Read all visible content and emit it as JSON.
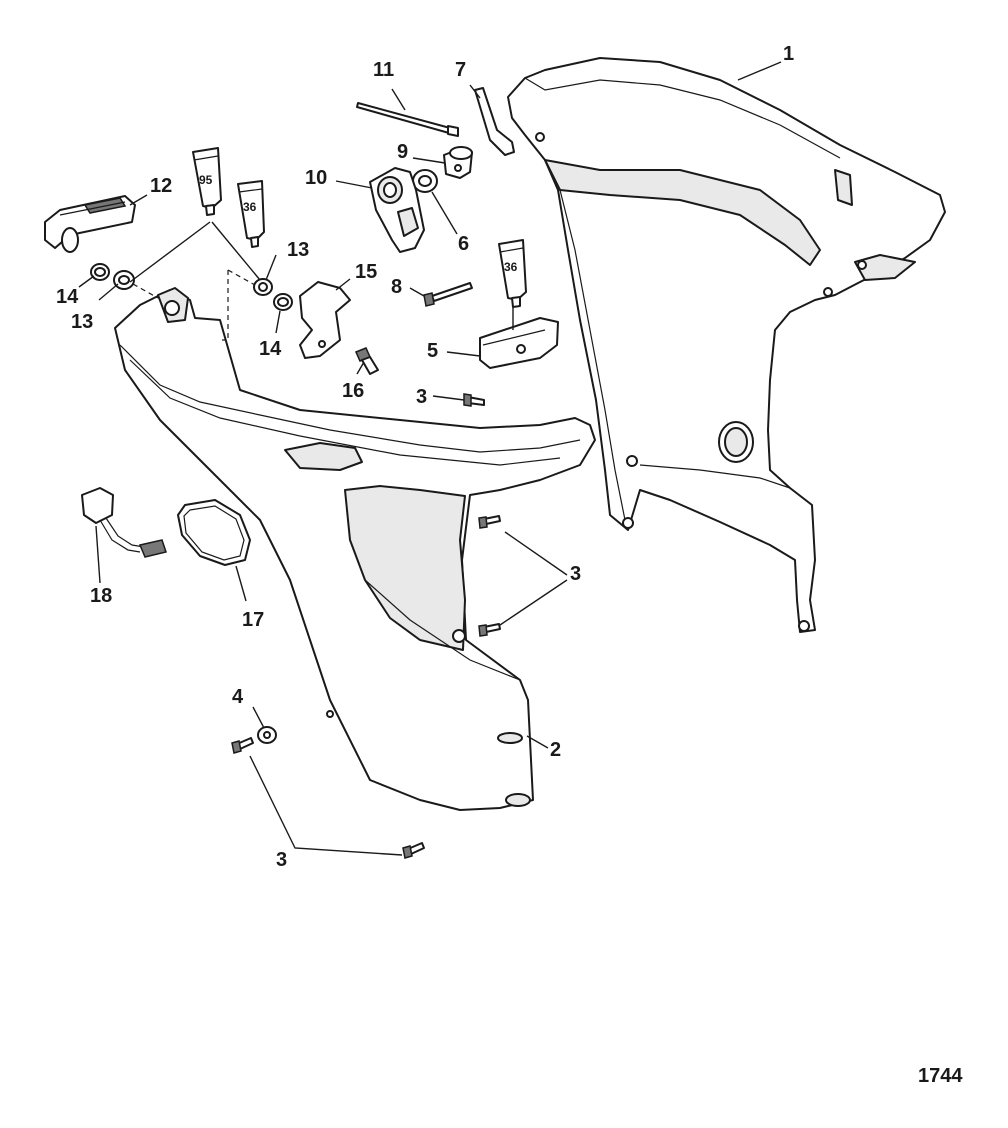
{
  "callouts": {
    "c1": "1",
    "c2": "2",
    "c3a": "3",
    "c3b": "3",
    "c3c": "3",
    "c4": "4",
    "c5": "5",
    "c6": "6",
    "c7": "7",
    "c8": "8",
    "c9": "9",
    "c10": "10",
    "c11": "11",
    "c12": "12",
    "c13a": "13",
    "c13b": "13",
    "c14a": "14",
    "c14b": "14",
    "c15": "15",
    "c16": "16",
    "c17": "17",
    "c18": "18"
  },
  "tubes": {
    "t95": "95",
    "t36a": "36",
    "t36b": "36"
  },
  "figure_number": "1744"
}
